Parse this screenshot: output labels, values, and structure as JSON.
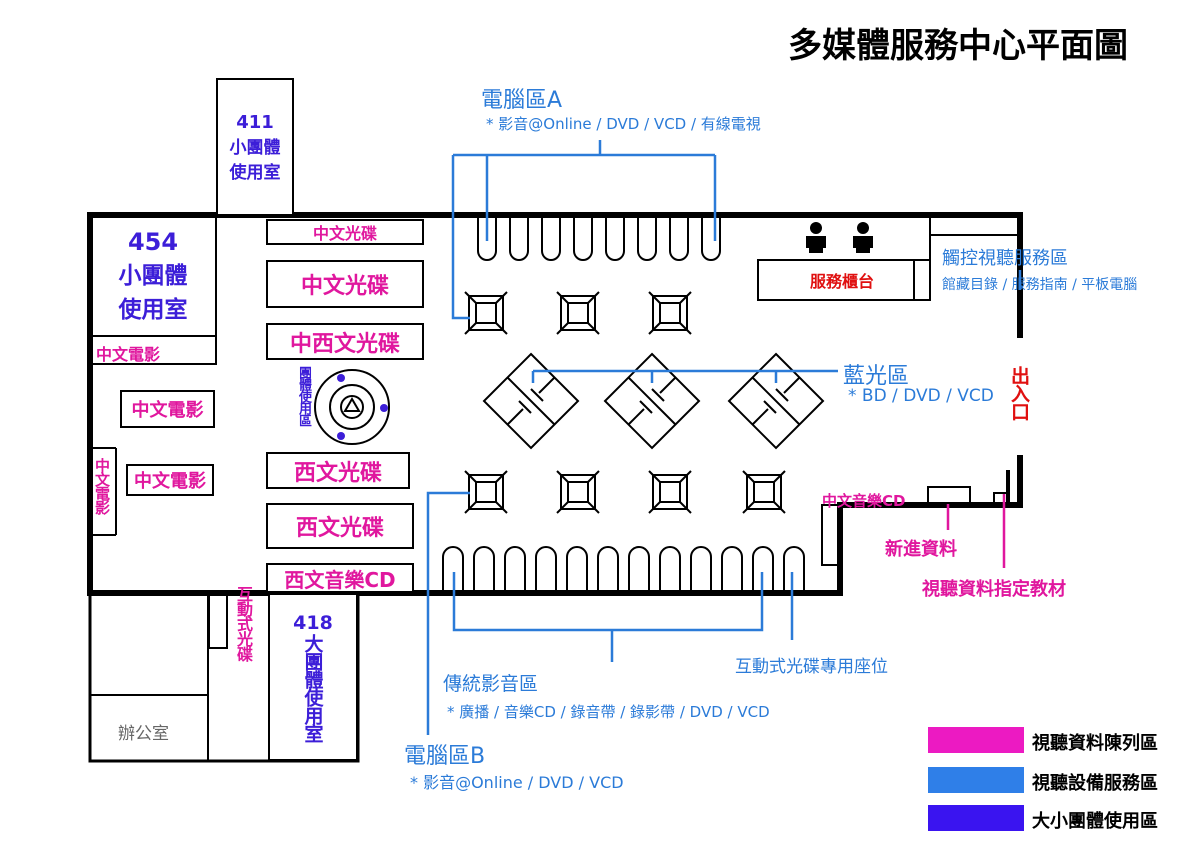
{
  "title": "多媒體服務中心平面圖",
  "rooms": {
    "r411": {
      "num": "411",
      "name": "小團體",
      "name2": "使用室"
    },
    "r454": {
      "num": "454",
      "name": "小團體",
      "name2": "使用室"
    },
    "r418": {
      "num": "418",
      "name": "大團體使用室"
    },
    "office": "辦公室",
    "group_area": "團體使用區"
  },
  "shelves": {
    "cn_disc_small": "中文光碟",
    "cn_disc": "中文光碟",
    "cn_west_disc": "中西文光碟",
    "west_disc_1": "西文光碟",
    "west_disc_2": "西文光碟",
    "west_music_cd": "西文音樂CD",
    "cn_movie_1": "中文電影",
    "cn_movie_2": "中文電影",
    "cn_movie_3": "中文電影",
    "cn_movie_vert": "中文電影",
    "interactive_disc_vert": "互動式光碟",
    "cn_music_cd": "中文音樂CD",
    "new_items": "新進資料",
    "course_materials": "視聽資料指定教材"
  },
  "zones": {
    "computer_a": {
      "title": "電腦區A",
      "desc": "* 影音@Online / DVD / VCD / 有線電視"
    },
    "touch_service": {
      "title": "觸控視聽服務區",
      "desc": "館藏目錄 / 服務指南 / 平板電腦"
    },
    "bluray": {
      "title": "藍光區",
      "desc": "* BD / DVD / VCD"
    },
    "traditional": {
      "title": "傳統影音區",
      "desc": "* 廣播 / 音樂CD / 錄音帶 / 錄影帶 / DVD / VCD"
    },
    "computer_b": {
      "title": "電腦區B",
      "desc": "* 影音@Online / DVD / VCD"
    },
    "interactive_seats": "互動式光碟專用座位",
    "service_counter": "服務櫃台",
    "exit": "出入口"
  },
  "legend": [
    {
      "label": "視聽資料陳列區",
      "color": "#ec1ac2"
    },
    {
      "label": "視聽設備服務區",
      "color": "#2f7fe8"
    },
    {
      "label": "大小團體使用區",
      "color": "#3a14f0"
    }
  ],
  "colors": {
    "magenta": "#e0179e",
    "blue": "#2b7bd8",
    "purple": "#3c1ed8",
    "exit_red": "#e01010"
  }
}
